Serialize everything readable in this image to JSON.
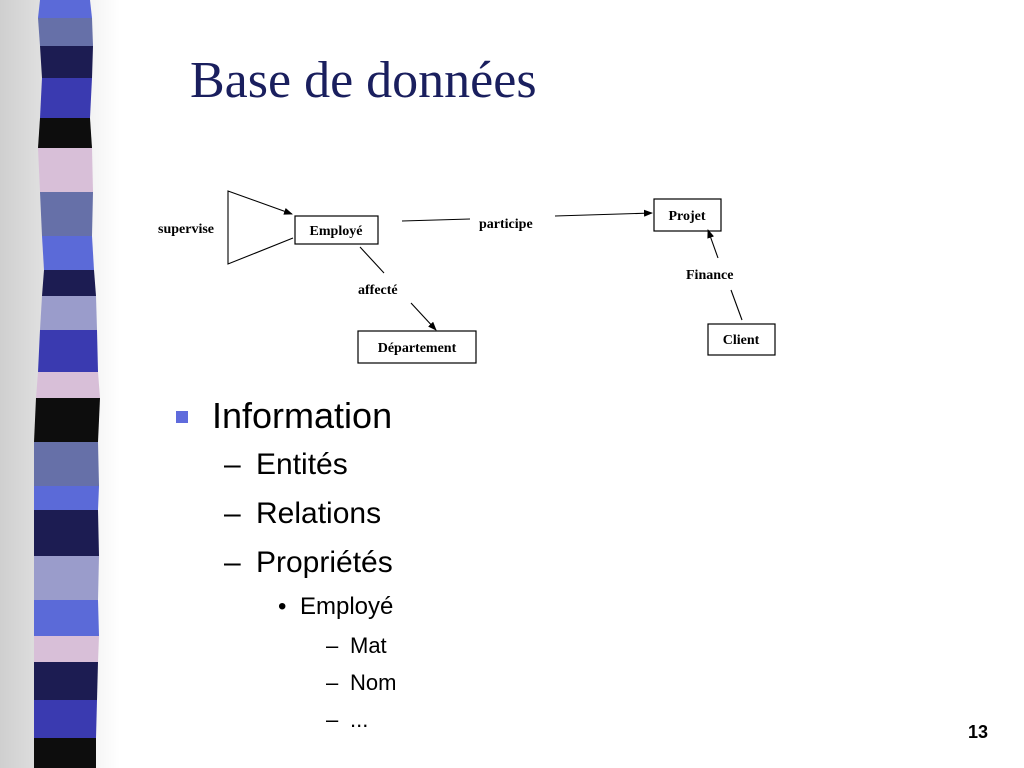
{
  "slide": {
    "title": "Base de données",
    "page_number": "13",
    "colors": {
      "title": "#1a1f5e",
      "bullet_marker": "#5f6bdc",
      "strip_palette": [
        "#5b6ad8",
        "#1c1c52",
        "#3a3ab0",
        "#d8bfd8",
        "#6670a8",
        "#0d0d0d",
        "#9a9ccb"
      ]
    }
  },
  "diagram": {
    "entities": {
      "employe": "Employé",
      "projet": "Projet",
      "departement": "Département",
      "client": "Client"
    },
    "relations": {
      "supervise": "supervise",
      "participe": "participe",
      "affecte": "affecté",
      "finance": "Finance"
    }
  },
  "bullets": {
    "level1": "Information",
    "level2": [
      "Entités",
      "Relations",
      "Propriétés"
    ],
    "level3": "Employé",
    "level4": [
      "Mat",
      "Nom",
      "..."
    ],
    "dash_marker": "–",
    "dot_marker": "•"
  }
}
